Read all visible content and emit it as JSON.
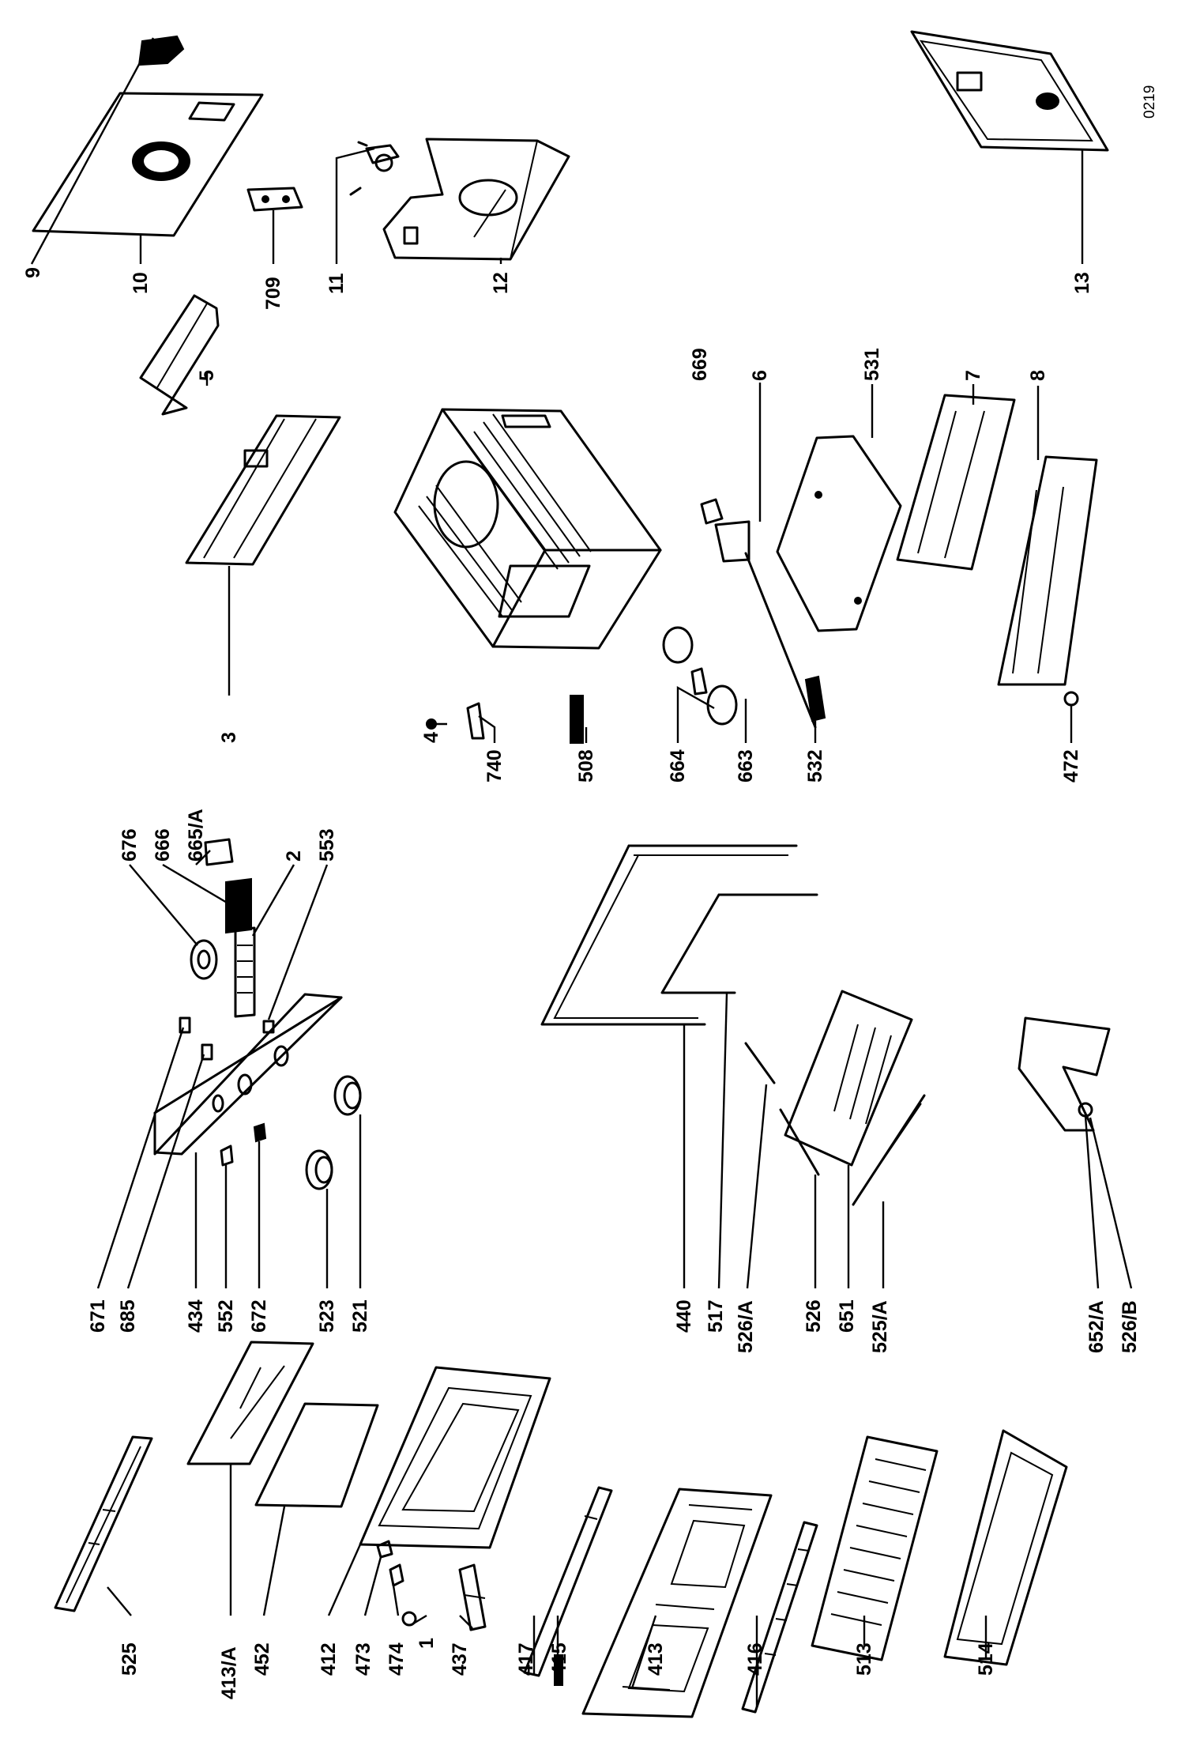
{
  "drawing_code": "0219",
  "labels": {
    "p9": "9",
    "p10": "10",
    "p709": "709",
    "p11": "11",
    "p12": "12",
    "p13": "13",
    "p5": "5",
    "p669": "669",
    "p6": "6",
    "p531": "531",
    "p7": "7",
    "p8": "8",
    "p676": "676",
    "p666": "666",
    "p665a": "665/A",
    "p2": "2",
    "p553": "553",
    "p3": "3",
    "p4": "4",
    "p740": "740",
    "p508": "508",
    "p664": "664",
    "p663": "663",
    "p532": "532",
    "p472": "472",
    "p671": "671",
    "p685": "685",
    "p434": "434",
    "p552": "552",
    "p672": "672",
    "p523": "523",
    "p521": "521",
    "p440": "440",
    "p517": "517",
    "p526a": "526/A",
    "p526": "526",
    "p651": "651",
    "p525a": "525/A",
    "p652a": "652/A",
    "p526b": "526/B",
    "p525": "525",
    "p413a": "413/A",
    "p452": "452",
    "p412": "412",
    "p473": "473",
    "p474": "474",
    "p1": "1",
    "p437": "437",
    "p417": "417",
    "p415": "415",
    "p413": "413",
    "p416": "416",
    "p513": "513",
    "p514": "514"
  }
}
